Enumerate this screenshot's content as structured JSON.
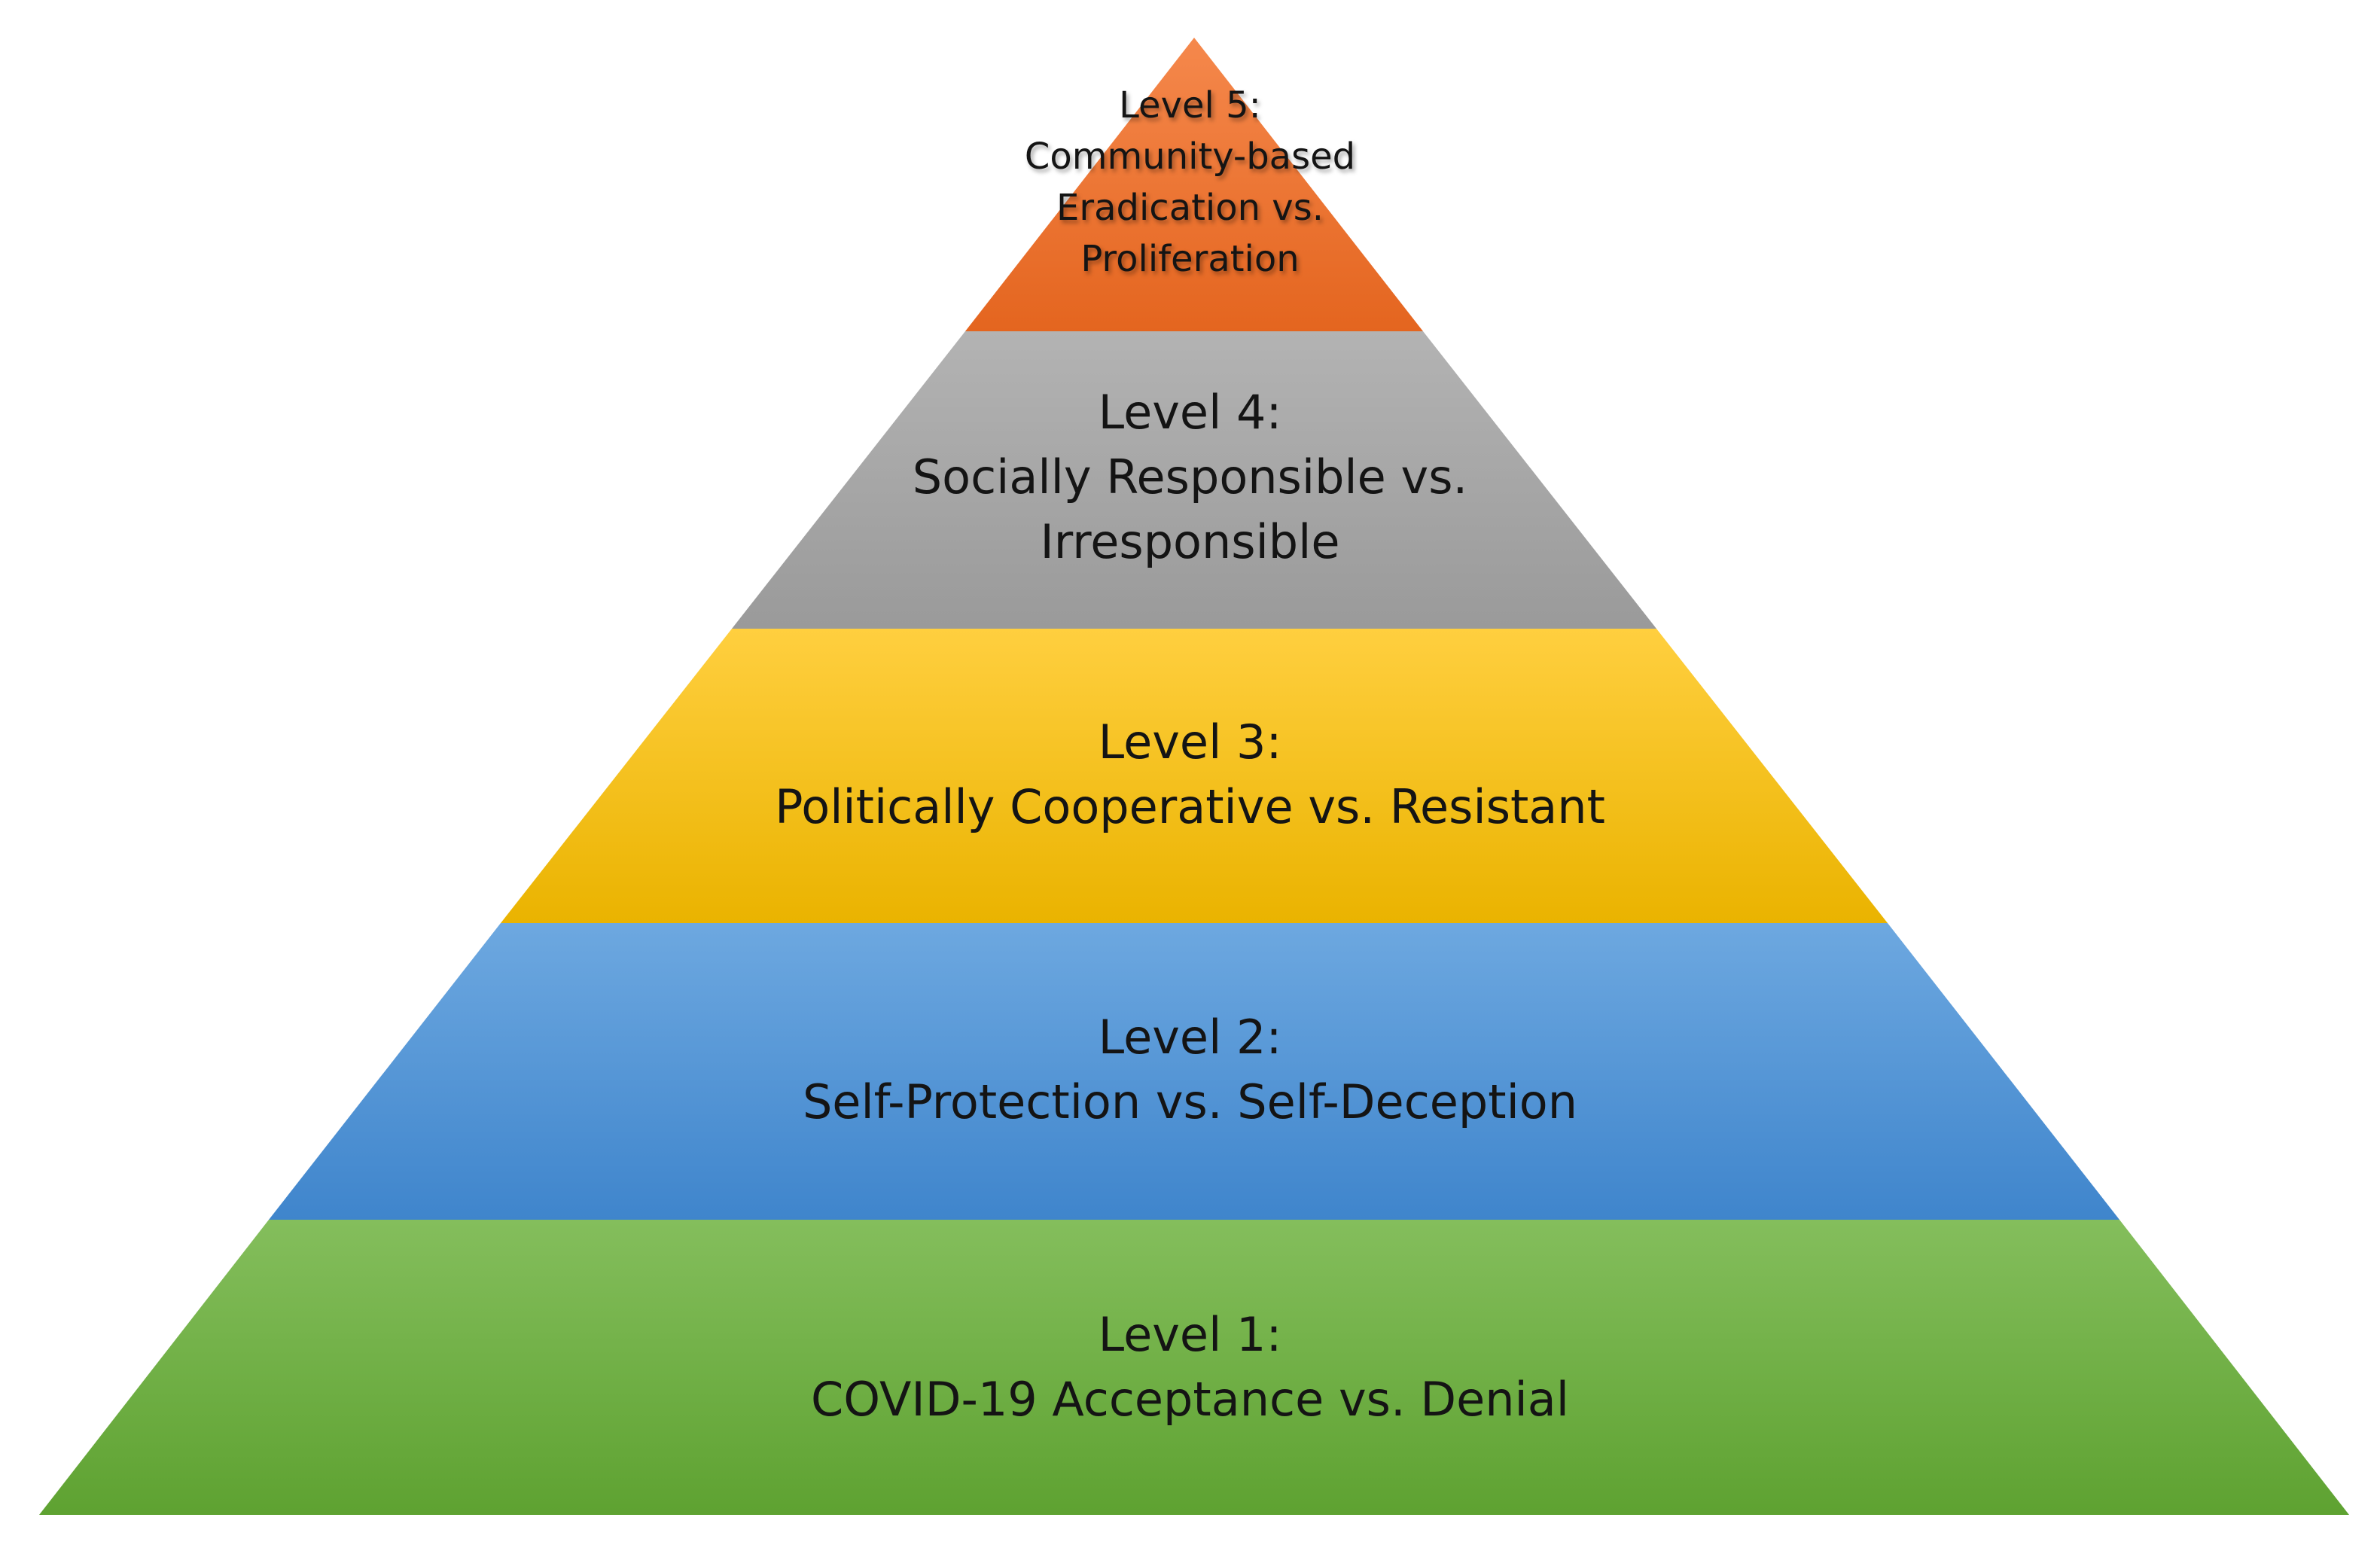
{
  "diagram": {
    "levels": [
      {
        "id": "level-5",
        "lines": [
          "Level 5:",
          "Community-based",
          "Eradication vs.",
          "Proliferation"
        ],
        "color_top": "#f5884c",
        "color_bottom": "#e4651f"
      },
      {
        "id": "level-4",
        "lines": [
          "Level 4:",
          "Socially Responsible vs.",
          "Irresponsible"
        ],
        "color_top": "#b3b3b3",
        "color_bottom": "#9a9a9a"
      },
      {
        "id": "level-3",
        "lines": [
          "Level 3:",
          "Politically Cooperative vs. Resistant"
        ],
        "color_top": "#ffcf3f",
        "color_bottom": "#eab300"
      },
      {
        "id": "level-2",
        "lines": [
          "Level 2:",
          "Self-Protection vs. Self-Deception"
        ],
        "color_top": "#6da8e0",
        "color_bottom": "#3f85cc"
      },
      {
        "id": "level-1",
        "lines": [
          "Level 1:",
          "COVID-19 Acceptance vs. Denial"
        ],
        "color_top": "#84be5c",
        "color_bottom": "#5ea231"
      }
    ]
  }
}
